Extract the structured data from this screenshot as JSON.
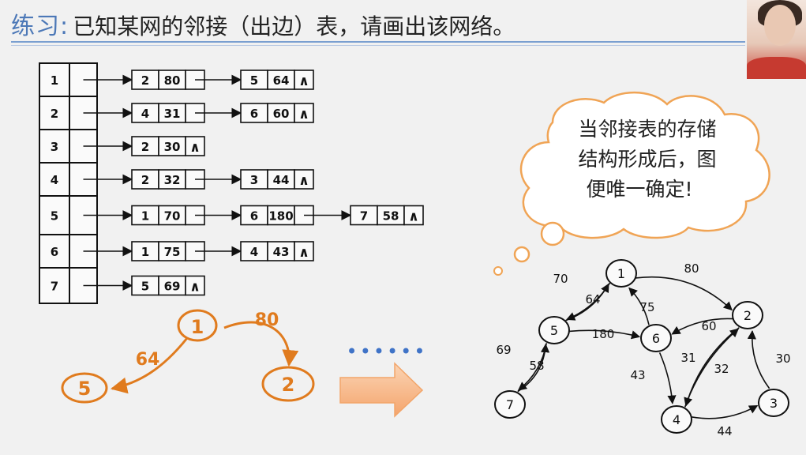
{
  "slide": {
    "title_prefix": "练习:",
    "title_text": "已知某网的邻接（出边）表，请画出该网络。"
  },
  "table": {
    "rows": [
      {
        "vertex": "1",
        "edges": [
          {
            "to": "2",
            "w": "80"
          },
          {
            "to": "5",
            "w": "64"
          }
        ]
      },
      {
        "vertex": "2",
        "edges": [
          {
            "to": "4",
            "w": "31"
          },
          {
            "to": "6",
            "w": "60"
          }
        ]
      },
      {
        "vertex": "3",
        "edges": [
          {
            "to": "2",
            "w": "30"
          }
        ]
      },
      {
        "vertex": "4",
        "edges": [
          {
            "to": "2",
            "w": "32"
          },
          {
            "to": "3",
            "w": "44"
          }
        ]
      },
      {
        "vertex": "5",
        "edges": [
          {
            "to": "1",
            "w": "70"
          },
          {
            "to": "6",
            "w": "180"
          },
          {
            "to": "7",
            "w": "58"
          }
        ]
      },
      {
        "vertex": "6",
        "edges": [
          {
            "to": "1",
            "w": "75"
          },
          {
            "to": "4",
            "w": "43"
          }
        ]
      },
      {
        "vertex": "7",
        "edges": [
          {
            "to": "5",
            "w": "69"
          }
        ]
      }
    ],
    "null_symbol": "∧"
  },
  "sketch": {
    "nodes": {
      "n1": "1",
      "n5": "5",
      "n2": "2"
    },
    "weights": {
      "w64": "64",
      "w80": "80"
    },
    "color": "#e07b1e"
  },
  "ellipsis": "••••••",
  "cloud": {
    "line1": "当邻接表的存储",
    "line2": "结构形成后，图",
    "line3": "便唯一确定!"
  },
  "graph": {
    "nodes": [
      {
        "id": "1",
        "label": "1"
      },
      {
        "id": "2",
        "label": "2"
      },
      {
        "id": "3",
        "label": "3"
      },
      {
        "id": "4",
        "label": "4"
      },
      {
        "id": "5",
        "label": "5"
      },
      {
        "id": "6",
        "label": "6"
      },
      {
        "id": "7",
        "label": "7"
      }
    ],
    "edges": [
      {
        "from": "1",
        "to": "2",
        "w": "80"
      },
      {
        "from": "1",
        "to": "5",
        "w": "64"
      },
      {
        "from": "2",
        "to": "4",
        "w": "31"
      },
      {
        "from": "2",
        "to": "6",
        "w": "60"
      },
      {
        "from": "3",
        "to": "2",
        "w": "30"
      },
      {
        "from": "4",
        "to": "2",
        "w": "32"
      },
      {
        "from": "4",
        "to": "3",
        "w": "44"
      },
      {
        "from": "5",
        "to": "1",
        "w": "70"
      },
      {
        "from": "5",
        "to": "6",
        "w": "180"
      },
      {
        "from": "5",
        "to": "7",
        "w": "58"
      },
      {
        "from": "6",
        "to": "1",
        "w": "75"
      },
      {
        "from": "6",
        "to": "4",
        "w": "43"
      },
      {
        "from": "7",
        "to": "5",
        "w": "69"
      }
    ]
  },
  "colors": {
    "accent": "#4c78b7",
    "orange": "#e07b1e",
    "arrow_fill": "#f7b98a"
  }
}
